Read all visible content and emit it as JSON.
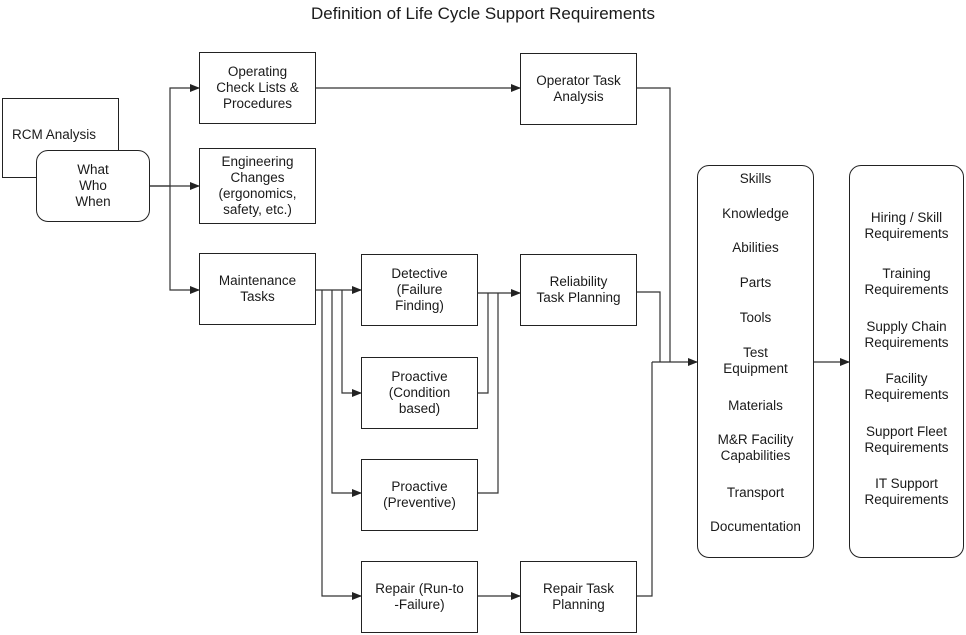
{
  "title": "Definition of Life Cycle Support Requirements",
  "nodes": {
    "rcm": "RCM Analysis",
    "www": "What\nWho\nWhen",
    "operating": "Operating\nCheck Lists &\nProcedures",
    "engineering": "Engineering\nChanges\n(ergonomics,\nsafety, etc.)",
    "maintenance": "Maintenance\nTasks",
    "detective": "Detective\n(Failure\nFinding)",
    "proactive_cb": "Proactive\n(Condition\nbased)",
    "proactive_prev": "Proactive\n(Preventive)",
    "repair": "Repair (Run-to\n-Failure)",
    "operator_task": "Operator Task\nAnalysis",
    "reliability": "Reliability\nTask Planning",
    "repair_planning": "Repair Task\nPlanning"
  },
  "resources": [
    "Skills",
    "Knowledge",
    "Abilities",
    "Parts",
    "Tools",
    "Test\nEquipment",
    "Materials",
    "M&R Facility\nCapabilities",
    "Transport",
    "Documentation"
  ],
  "requirements": [
    "Hiring / Skill\nRequirements",
    "Training\nRequirements",
    "Supply Chain\nRequirements",
    "Facility\nRequirements",
    "Support Fleet\nRequirements",
    "IT Support\nRequirements"
  ]
}
